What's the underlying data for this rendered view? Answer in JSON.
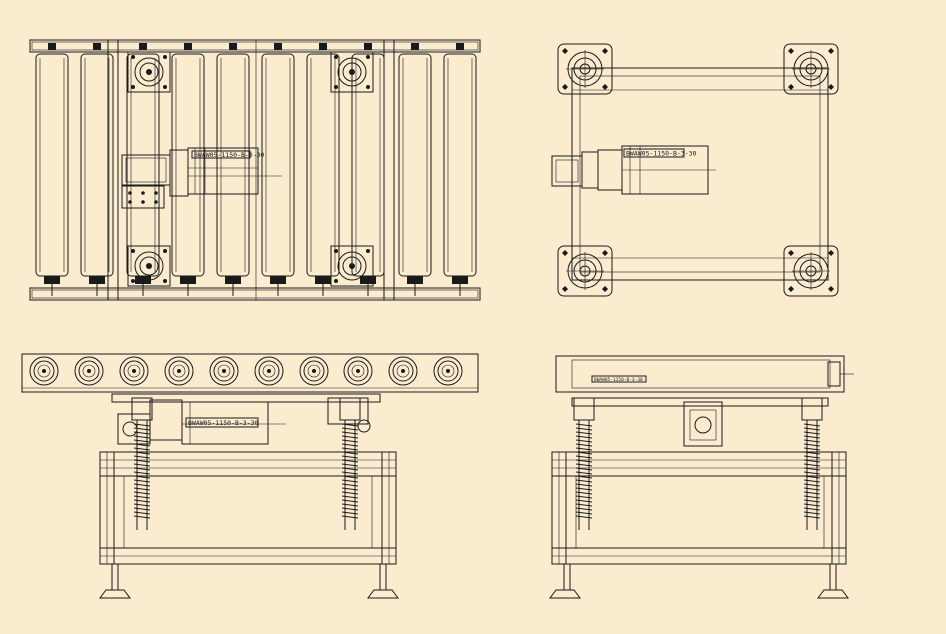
{
  "drawing": {
    "background_color": "#fbecd0",
    "line_color": "#1a1a1a",
    "views": [
      {
        "id": "top-view",
        "motor_label": "BWAW05-1150-B-3-30"
      },
      {
        "id": "end-top-view",
        "motor_label": "BWAW05-1150-B-3-30"
      },
      {
        "id": "front-view",
        "motor_label": "BWAW05-1150-B-3-30"
      },
      {
        "id": "side-view",
        "motor_label": "BWAW05-1150-B-3-30"
      }
    ]
  }
}
